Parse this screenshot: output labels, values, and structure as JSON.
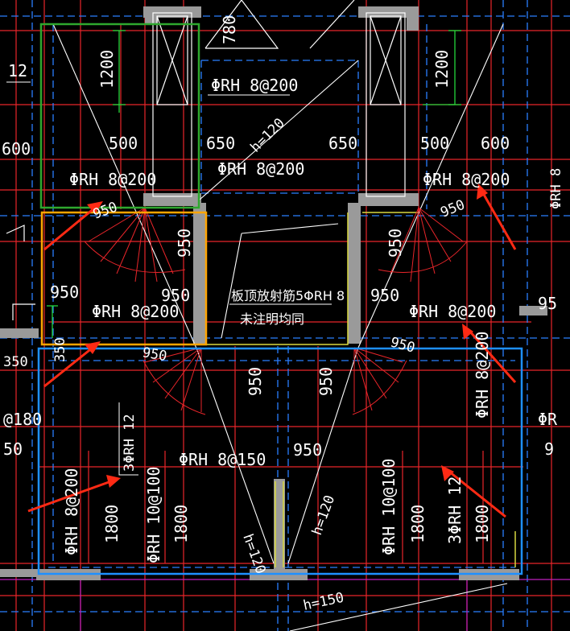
{
  "colors": {
    "background": "#000000",
    "rebar": "#e8252a",
    "dim_green": "#22d63a",
    "dash_blue": "#2a7fff",
    "wall_gray": "#9a9a9a",
    "wall_yellow": "#d8d840",
    "text": "#ffffff",
    "highlight_green": "#2ea82e",
    "highlight_orange": "#ffa500",
    "highlight_blue": "#1e90ff",
    "arrow": "#ff2a14",
    "magenta": "#c020c0"
  },
  "labels": {
    "top_left_12": "12",
    "left_600": "600",
    "dim_1200_left": "1200",
    "dim_1200_right": "1200",
    "dim_780": "780",
    "rebar_top_center": "ΦRH 8@200",
    "h120_top": "h=120",
    "dim_500_left": "500",
    "dim_650_left": "650",
    "dim_650_right": "650",
    "dim_500_right": "500",
    "dim_600_right": "600",
    "rebar_mid_center": "ΦRH 8@200",
    "rebar_left_upper": "ΦRH 8@200",
    "rebar_right_upper": "ΦRH 8@200",
    "right_edge_top": "ΦRH 8",
    "dim_950_a": "950",
    "dim_950_b": "950",
    "dim_950_c": "950",
    "dim_950_d": "950",
    "dim_950_e": "950",
    "dim_950_f": "950",
    "dim_950_g": "950",
    "note_line1": "板顶放射筋5ΦRH 8",
    "note_line2": "未注明均同",
    "rebar_left_mid": "ΦRH 8@200",
    "rebar_right_mid": "ΦRH 8@200",
    "right_edge_95": "95",
    "dim_350": "350",
    "dim_350b": "350",
    "dim_950_h": "950",
    "dim_950_i": "950",
    "dim_950_j": "950",
    "dim_950_k": "950",
    "rebar_right_vertical": "ΦRH 8@200",
    "left_edge_180": "@180",
    "left_edge_50": "50",
    "right_edge_r": "ΦR",
    "right_edge_9": "9",
    "bar_3phi12_left": "3ΦRH 12",
    "rebar_bottom_center": "ΦRH 8@150",
    "dim_950_bottom": "950",
    "rebar_left_vertical": "ΦRH 8@200",
    "rebar_phi10_left": "ΦRH 10@100",
    "dim_1800_a": "1800",
    "dim_1800_b": "1800",
    "h120_left": "h=120",
    "h120_right": "h=120",
    "rebar_phi10_right": "ΦRH 10@100",
    "dim_1800_c": "1800",
    "bar_3phi12_right": "3ΦRH 12",
    "dim_1800_d": "1800",
    "h150_bottom": "h=150"
  }
}
